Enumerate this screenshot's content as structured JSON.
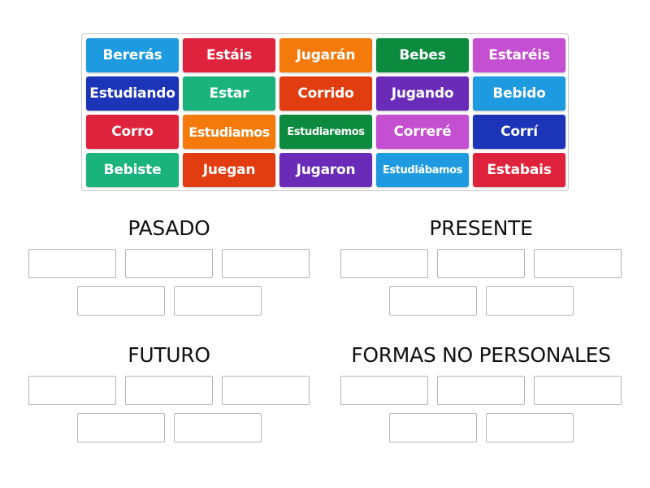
{
  "tiles": [
    {
      "label": "Bererás",
      "color": "#1e9ae0"
    },
    {
      "label": "Estáis",
      "color": "#e0233c"
    },
    {
      "label": "Jugarán",
      "color": "#f57a0c"
    },
    {
      "label": "Bebes",
      "color": "#0c8a3e"
    },
    {
      "label": "Estaréis",
      "color": "#c44fd0"
    },
    {
      "label": "Estudiando",
      "color": "#1c35b8"
    },
    {
      "label": "Estar",
      "color": "#1bb37c"
    },
    {
      "label": "Corrido",
      "color": "#e23d10"
    },
    {
      "label": "Jugando",
      "color": "#6a2cb8"
    },
    {
      "label": "Bebido",
      "color": "#1e9ae0"
    },
    {
      "label": "Corro",
      "color": "#e0233c"
    },
    {
      "label": "Estudiamos",
      "color": "#f57a0c"
    },
    {
      "label": "Estudiaremos",
      "color": "#0c8a3e"
    },
    {
      "label": "Correré",
      "color": "#c44fd0"
    },
    {
      "label": "Corrí",
      "color": "#1c35b8"
    },
    {
      "label": "Bebiste",
      "color": "#1bb37c"
    },
    {
      "label": "Juegan",
      "color": "#e23d10"
    },
    {
      "label": "Jugaron",
      "color": "#6a2cb8"
    },
    {
      "label": "Estudiábamos",
      "color": "#1e9ae0"
    },
    {
      "label": "Estabais",
      "color": "#e0233c"
    }
  ],
  "groups": [
    {
      "title": "PASADO"
    },
    {
      "title": "PRESENTE"
    },
    {
      "title": "FUTURO"
    },
    {
      "title": "FORMAS NO PERSONALES"
    }
  ]
}
